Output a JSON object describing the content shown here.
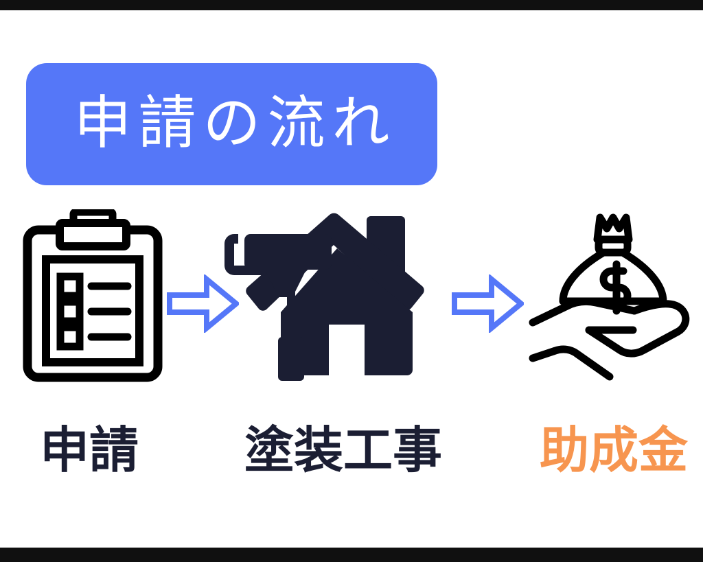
{
  "theme": {
    "background": "#ffffff",
    "letterbox": "#101010",
    "badge_blue": "#5577f8",
    "arrow_blue": "#5577f8",
    "ink_navy": "#1b1e33",
    "ink_black": "#000000",
    "accent_orange": "#f7954f"
  },
  "header": {
    "badge_title": "申請の流れ"
  },
  "flow": {
    "steps": [
      {
        "id": "apply",
        "label": "申請",
        "icon": "clipboard-checklist-icon",
        "icon_color": "#000000",
        "label_color": "#1b1e33"
      },
      {
        "id": "paint",
        "label": "塗装工事",
        "icon": "paint-roller-house-icon",
        "icon_color": "#1b1e33",
        "label_color": "#1b1e33"
      },
      {
        "id": "subsidy",
        "label": "助成金",
        "icon": "hand-holding-money-bag-icon",
        "icon_color": "#000000",
        "label_color": "#f7954f"
      }
    ],
    "connectors": [
      {
        "id": "arrow-1",
        "icon": "arrow-right-outline-icon",
        "color": "#5577f8"
      },
      {
        "id": "arrow-2",
        "icon": "arrow-right-outline-icon",
        "color": "#5577f8"
      }
    ],
    "money_symbol": "$"
  }
}
